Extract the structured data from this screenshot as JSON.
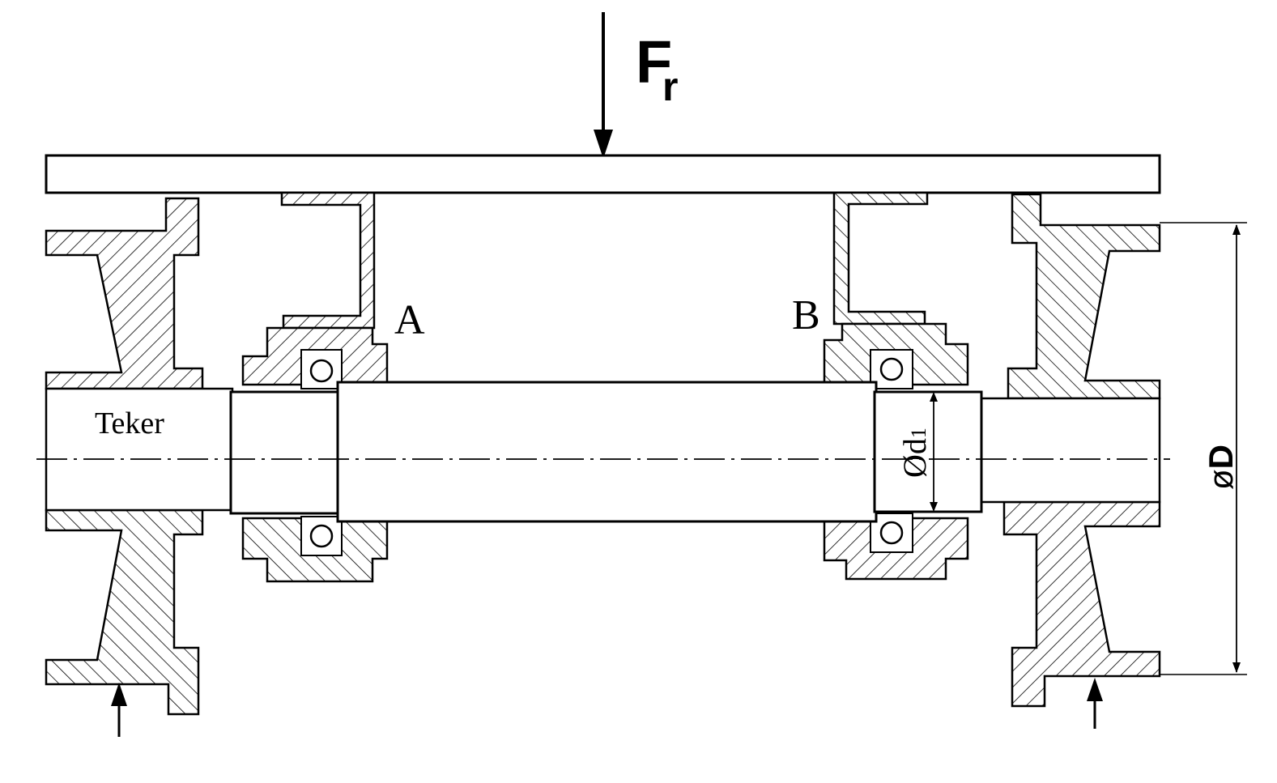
{
  "labels": {
    "force_main": "F",
    "force_sub": "r",
    "bearing_a": "A",
    "bearing_b": "B",
    "wheel": "Teker",
    "d1_symbol": "Ø",
    "d1_main": "d",
    "d1_sub": "1",
    "D_symbol": "ø",
    "D_main": "D"
  },
  "colors": {
    "line": "#000000",
    "background": "#ffffff"
  }
}
